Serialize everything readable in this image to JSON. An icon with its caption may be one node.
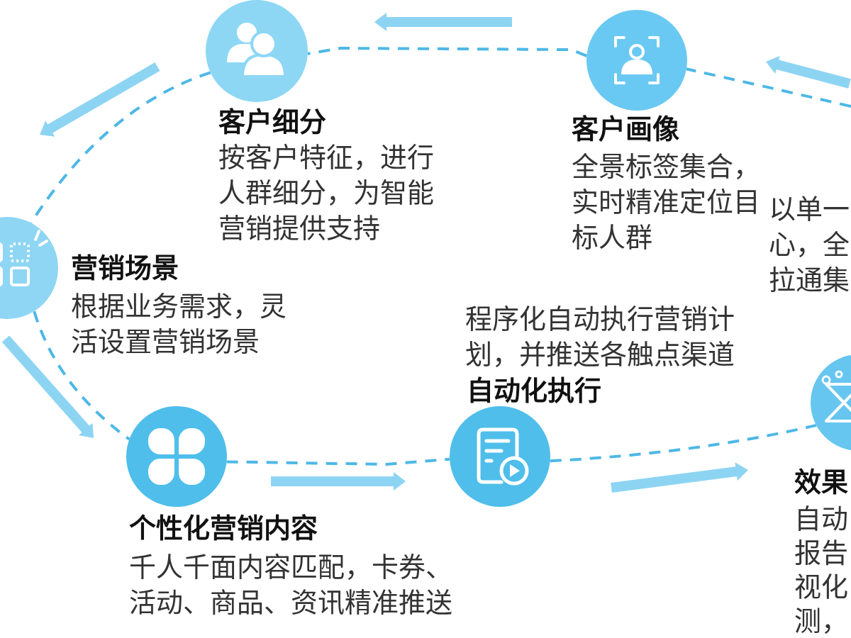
{
  "diagram": {
    "nodes": [
      {
        "text": [
          "客户细分",
          "按客户特征，进行人群细分，为智能营销提供支持"
        ]
      },
      {
        "text": [
          "客户画像",
          "全景标签集合，实时精准定位目标人群"
        ]
      },
      {
        "text": [
          "以单一心，全拉通集"
        ]
      },
      {
        "text": [
          "营销场景",
          "根据业务需求，灵活设置营销场景"
        ]
      },
      {
        "text": [
          "个性化营销内容",
          "千人千面内容匹配，卡券、活动、商品、资讯精准推送"
        ]
      },
      {
        "text": [
          "程序化自动执行营销计划，并推送各触点渠道",
          "自动化执行"
        ]
      },
      {
        "text": [
          "效果",
          "自动报告视化测，"
        ]
      }
    ],
    "edges": [
      {
        "from": 1,
        "to": 0,
        "arrow": "none",
        "style": "dashed"
      },
      {
        "from": 0,
        "to": 3,
        "arrow": "none",
        "style": "dashed"
      },
      {
        "from": 3,
        "to": 4,
        "arrow": "none",
        "style": "dashed"
      },
      {
        "from": 4,
        "to": 5,
        "arrow": "none",
        "style": "dashed"
      },
      {
        "from": 5,
        "to": 6,
        "arrow": "none",
        "style": "dashed"
      },
      {
        "from": null,
        "to": 1,
        "arrow": "none",
        "style": "dashed"
      }
    ]
  }
}
